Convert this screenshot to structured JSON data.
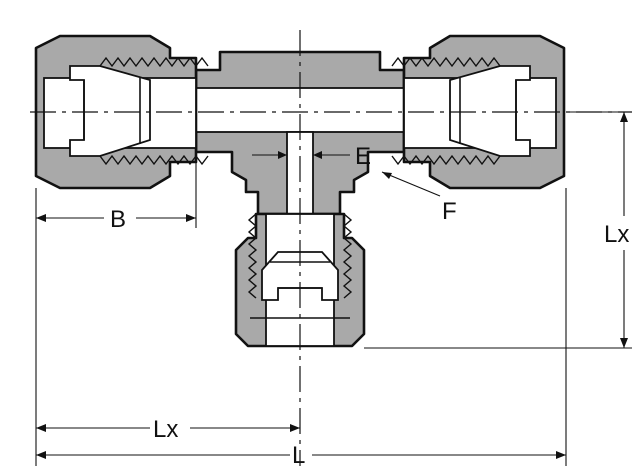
{
  "diagram": {
    "labels": {
      "B": "B",
      "E": "E",
      "F": "F",
      "Lx_right": "Lx",
      "Lx_bottom": "Lx",
      "L": "L"
    },
    "colors": {
      "body": "#a9a9a9",
      "line": "#111111",
      "background": "#ffffff"
    }
  }
}
